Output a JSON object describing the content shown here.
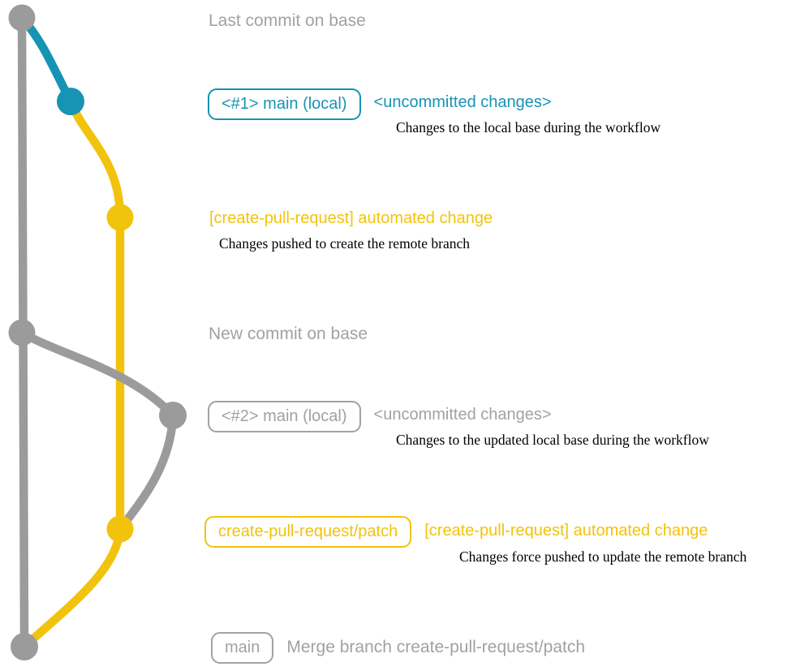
{
  "colors": {
    "teal": "#1793b4",
    "yellow": "#f2c30d",
    "gray": "#9b9b9b",
    "grayText": "#a2a2a2"
  },
  "graph": {
    "commits": [
      {
        "id": "last-commit-on-base",
        "color": "gray"
      },
      {
        "id": "local-uncommitted-1",
        "color": "teal"
      },
      {
        "id": "remote-branch-created",
        "color": "yellow"
      },
      {
        "id": "new-commit-on-base",
        "color": "gray"
      },
      {
        "id": "local-uncommitted-2",
        "color": "gray"
      },
      {
        "id": "remote-branch-updated",
        "color": "yellow"
      },
      {
        "id": "merge-commit",
        "color": "gray"
      }
    ]
  },
  "annotations": {
    "row1": {
      "title": "Last commit on base"
    },
    "row2": {
      "badge": "<#1> main (local)",
      "status": "<uncommitted changes>",
      "desc": "Changes to the local base during the workflow"
    },
    "row3": {
      "title": "[create-pull-request] automated change",
      "desc": "Changes pushed to create the remote branch"
    },
    "row4": {
      "title": "New commit on base"
    },
    "row5": {
      "badge": "<#2> main (local)",
      "status": "<uncommitted changes>",
      "desc": "Changes to the updated local base during the workflow"
    },
    "row6": {
      "badge": "create-pull-request/patch",
      "title": "[create-pull-request] automated change",
      "desc": "Changes force pushed to update the remote branch"
    },
    "row7": {
      "badge": "main",
      "title": "Merge branch create-pull-request/patch"
    }
  }
}
